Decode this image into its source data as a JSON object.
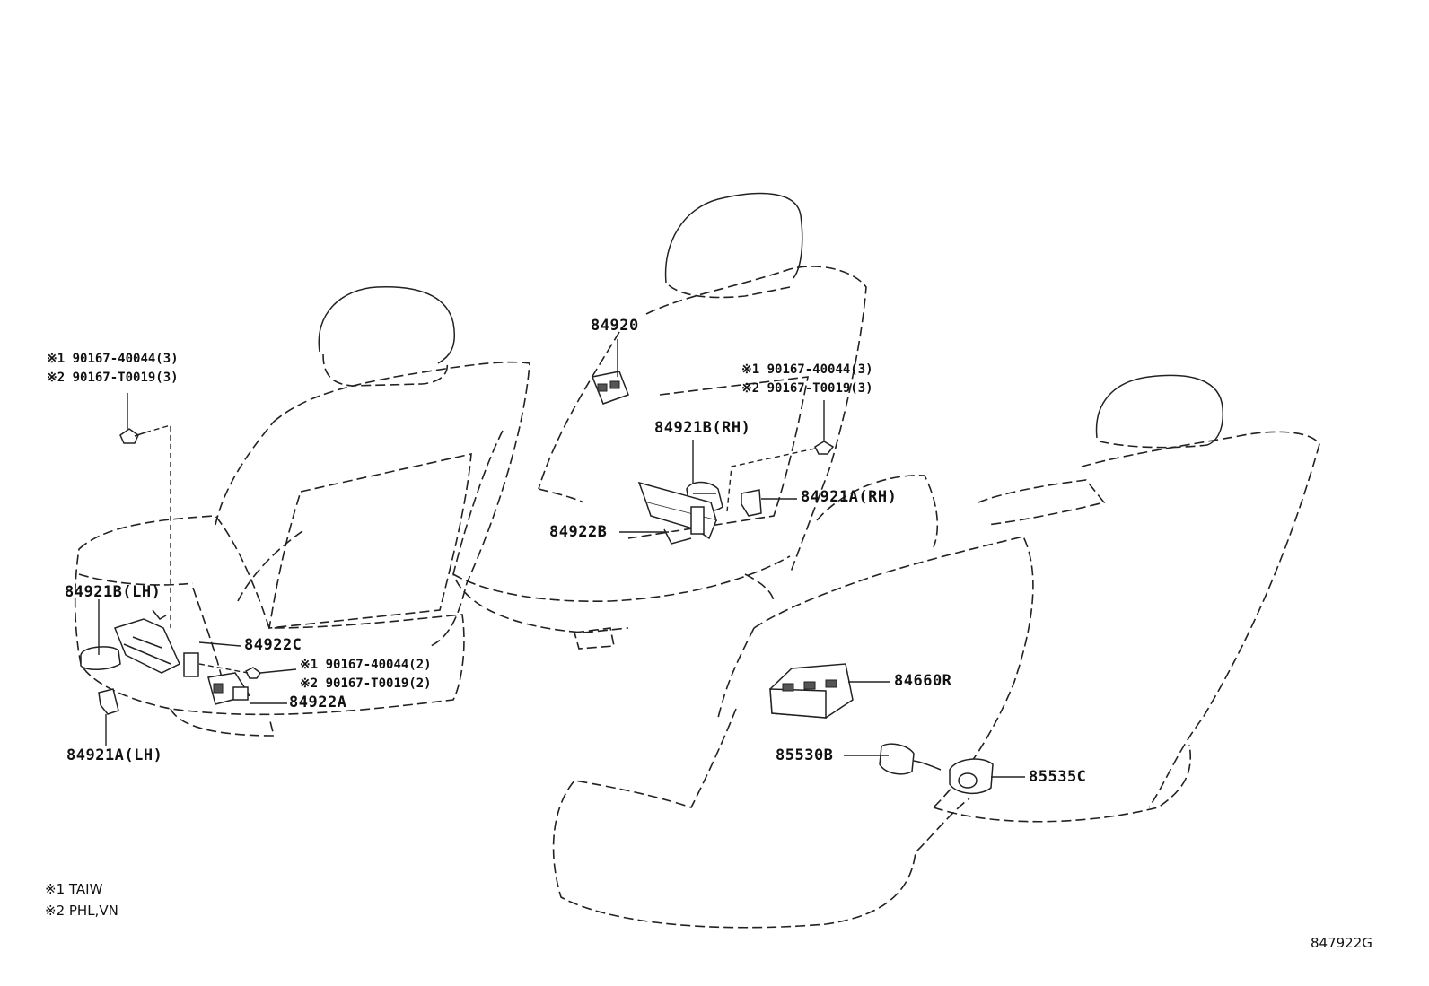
{
  "labels": {
    "p84920": "84920",
    "p84921b_rh": "84921B(RH)",
    "p84921a_rh": "84921A(RH)",
    "p84922b": "84922B",
    "p84921b_lh": "84921B(LH)",
    "p84922c": "84922C",
    "p84922a": "84922A",
    "p84921a_lh": "84921A(LH)",
    "p84660r": "84660R",
    "p85530b": "85530B",
    "p85535c": "85535C"
  },
  "screws": {
    "left_top": [
      "※1 90167-40044(3)",
      "※2 90167-T0019(3)"
    ],
    "mid_top": [
      "※1 90167-40044(3)",
      "※2 90167-T0019(3)"
    ],
    "left_mid": [
      "※1 90167-40044(2)",
      "※2 90167-T0019(2)"
    ]
  },
  "legend": [
    "※1 TAIW",
    "※2 PHL,VN"
  ],
  "diagram_code": "847922G"
}
